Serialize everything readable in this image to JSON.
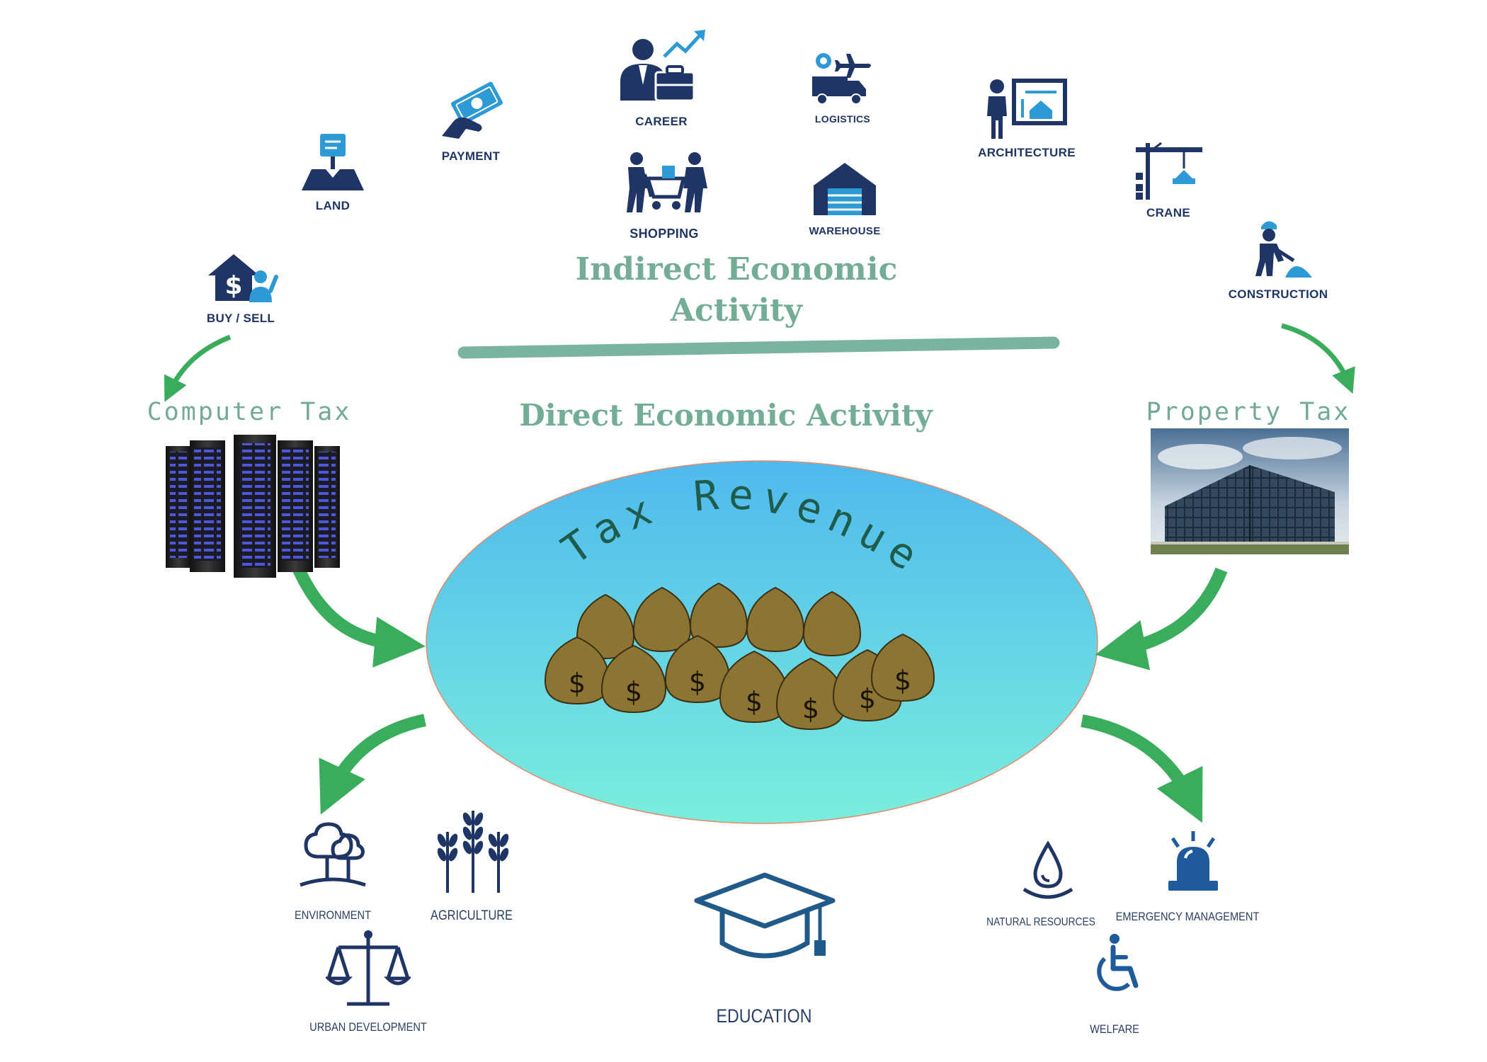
{
  "headings": {
    "indirect_line1": "Indirect Economic",
    "indirect_line2": "Activity",
    "direct": "Direct Economic Activity",
    "computer_tax": "Computer Tax",
    "property_tax": "Property Tax",
    "tax_revenue": "Tax Revenue"
  },
  "indirect_activities": {
    "career": "CAREER",
    "logistics": "LOGISTICS",
    "payment": "PAYMENT",
    "land": "LAND",
    "shopping": "SHOPPING",
    "warehouse": "WAREHOUSE",
    "architecture": "ARCHITECTURE",
    "crane": "CRANE",
    "buy_sell": "BUY / SELL",
    "construction": "CONSTRUCTION"
  },
  "spending": {
    "environment": "ENVIRONMENT",
    "agriculture": "AGRICULTURE",
    "urban_development": "URBAN DEVELOPMENT",
    "education": "EDUCATION",
    "natural_resources": "NATURAL RESOURCES",
    "emergency_management": "EMERGENCY MANAGEMENT",
    "welfare": "WELFARE"
  },
  "colors": {
    "icon_navy": "#1f3566",
    "icon_blue": "#2d9ad6",
    "heading_green": "#74ad96",
    "arrow_green": "#3aad5c",
    "divider": "#7ab39e",
    "ellipse_top": "#4fb9ee",
    "ellipse_bottom": "#7aeedd",
    "bag_brown": "#8c7433"
  },
  "icons": [
    "career-icon",
    "logistics-icon",
    "payment-icon",
    "land-icon",
    "shopping-icon",
    "warehouse-icon",
    "architecture-icon",
    "crane-icon",
    "buy-sell-icon",
    "construction-icon",
    "server-rack-image",
    "office-building-image",
    "money-bags-image",
    "environment-icon",
    "agriculture-icon",
    "urban-development-icon",
    "education-icon",
    "natural-resources-icon",
    "emergency-management-icon",
    "welfare-icon"
  ]
}
